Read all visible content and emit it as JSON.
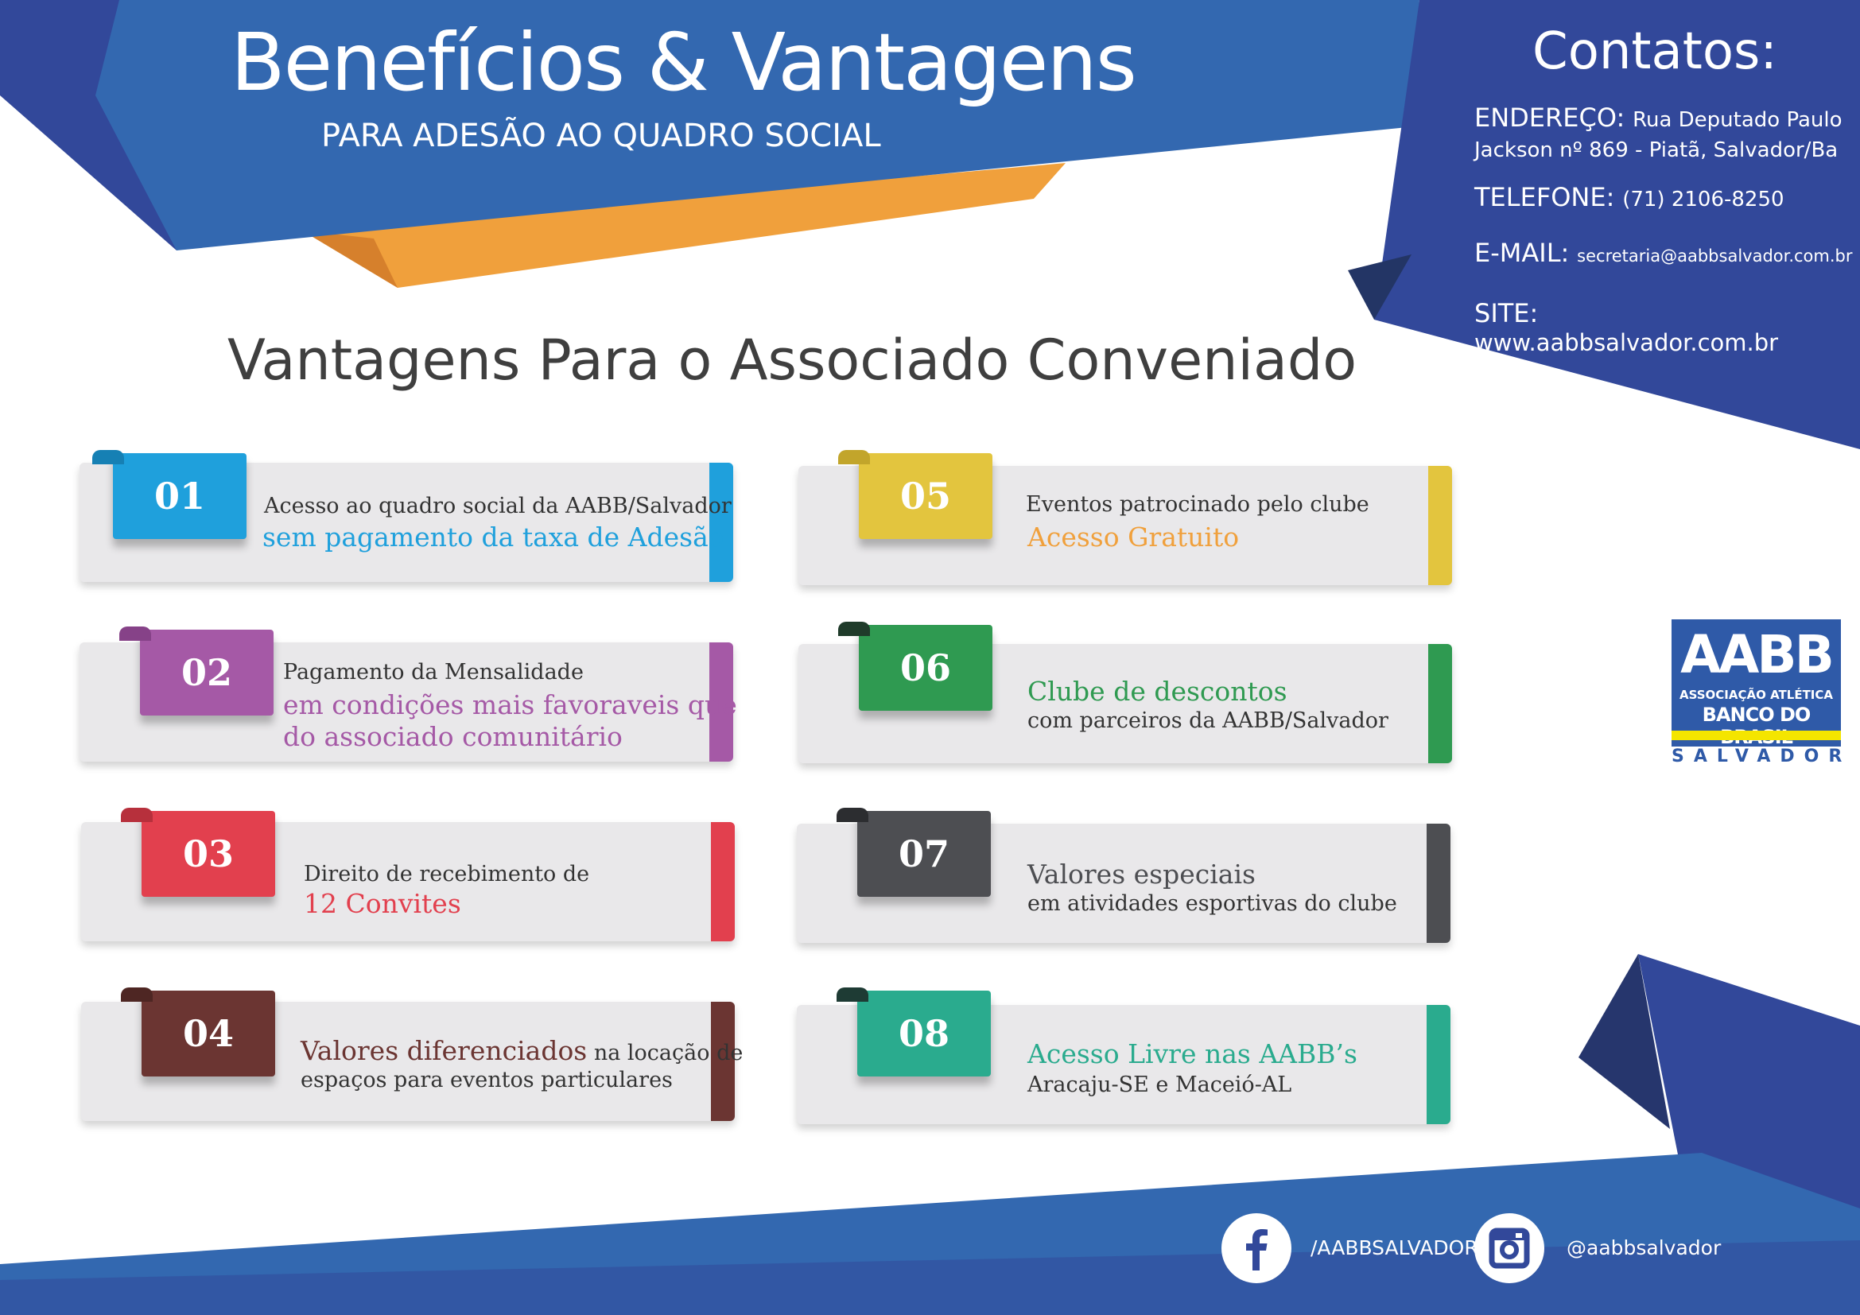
{
  "header": {
    "title": "Benefícios & Vantagens",
    "subtitle": "PARA ADESÃO AO QUADRO SOCIAL"
  },
  "contacts": {
    "title": "Contatos:",
    "address_label": "ENDEREÇO:",
    "address_value_1": "Rua Deputado Paulo",
    "address_value_2": "Jackson nº 869 - Piatã, Salvador/Ba",
    "phone_label": "TELEFONE:",
    "phone_value": "(71) 2106-8250",
    "email_label": "E-MAIL:",
    "email_value": "secretaria@aabbsalvador.com.br",
    "site_label": "SITE:",
    "site_value": "www.aabbsalvador.com.br"
  },
  "section_title": "Vantagens Para o Associado Conveniado",
  "colors": {
    "blue_dark": "#32489a",
    "blue_mid": "#3368b0",
    "orange": "#f0a03c",
    "c01": "#1fa0dc",
    "c02": "#a559a6",
    "c03": "#e2404e",
    "c04": "#6b3532",
    "c05": "#e3c53e",
    "c06": "#2f9a51",
    "c07": "#4d4e52",
    "c08": "#2aab8e"
  },
  "cards": [
    {
      "num": "01",
      "line1": "Acesso ao quadro social da AABB/Salvador",
      "line2": "sem pagamento da taxa de Adesão"
    },
    {
      "num": "02",
      "line1": "Pagamento da Mensalidade",
      "line2": "em condições mais favoraveis que",
      "line3": "do associado comunitário"
    },
    {
      "num": "03",
      "line1": "Direito de recebimento de",
      "line2": "12 Convites"
    },
    {
      "num": "04",
      "line1_hl": "Valores diferenciados",
      "line1_rest": " na locação de",
      "line2": "espaços para eventos particulares"
    },
    {
      "num": "05",
      "line1": "Eventos patrocinado pelo clube",
      "line2": "Acesso Gratuito"
    },
    {
      "num": "06",
      "line1": "Clube de descontos",
      "line2": "com parceiros da AABB/Salvador"
    },
    {
      "num": "07",
      "line1": "Valores especiais",
      "line2": "em atividades esportivas do clube"
    },
    {
      "num": "08",
      "line1": "Acesso Livre nas AABB’s",
      "line2": "Aracaju-SE e Maceió-AL"
    }
  ],
  "logo": {
    "main": "AABB",
    "assoc": "ASSOCIAÇÃO ATLÉTICA",
    "bank": "BANCO DO BRASIL",
    "city": "SALVADOR"
  },
  "social": {
    "facebook_icon": "facebook-icon",
    "facebook_handle": "/AABBSALVADOR",
    "instagram_icon": "instagram-icon",
    "instagram_handle": "@aabbsalvador"
  }
}
